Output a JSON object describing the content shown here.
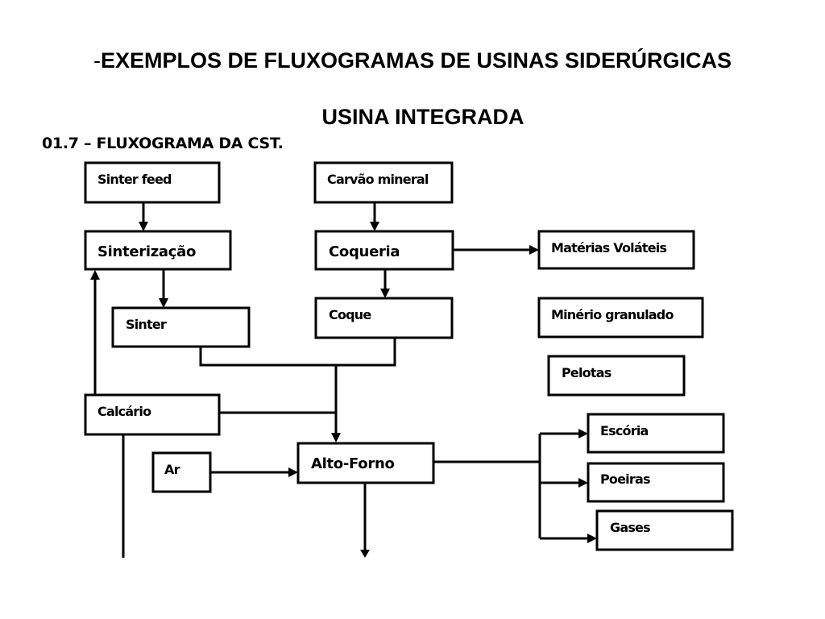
{
  "slide": {
    "title_dash": "-",
    "title": "EXEMPLOS DE FLUXOGRAMAS DE USINAS SIDERÚRGICAS",
    "subtitle": "USINA INTEGRADA",
    "figure_caption": "01.7 – FLUXOGRAMA DA CST."
  },
  "diagram": {
    "nodes": {
      "sinter_feed": "Sinter feed",
      "carvao_mineral": "Carvão mineral",
      "sinterizacao": "Sinterização",
      "coqueria": "Coqueria",
      "materias_volateis": "Matérias Voláteis",
      "sinter": "Sinter",
      "coque": "Coque",
      "minerio_granulado": "Minério granulado",
      "pelotas": "Pelotas",
      "calcario": "Calcário",
      "escoria": "Escória",
      "ar": "Ar",
      "alto_forno": "Alto-Forno",
      "poeiras": "Poeiras",
      "gases": "Gases"
    },
    "edges": [
      {
        "from": "Sinter feed",
        "to": "Sinterização"
      },
      {
        "from": "Carvão mineral",
        "to": "Coqueria"
      },
      {
        "from": "Coqueria",
        "to": "Matérias Voláteis"
      },
      {
        "from": "Sinterização",
        "to": "Sinter"
      },
      {
        "from": "Coqueria",
        "to": "Coque"
      },
      {
        "from": "Sinter",
        "to": "Alto-Forno"
      },
      {
        "from": "Coque",
        "to": "Alto-Forno"
      },
      {
        "from": "Calcário",
        "to": "Alto-Forno"
      },
      {
        "from": "Calcário",
        "to": "Sinterização"
      },
      {
        "from": "Ar",
        "to": "Alto-Forno"
      },
      {
        "from": "Alto-Forno",
        "to": "Escória"
      },
      {
        "from": "Alto-Forno",
        "to": "Poeiras"
      },
      {
        "from": "Alto-Forno",
        "to": "Gases"
      }
    ],
    "colors": {
      "stroke": "#000000",
      "fill": "#ffffff"
    }
  }
}
